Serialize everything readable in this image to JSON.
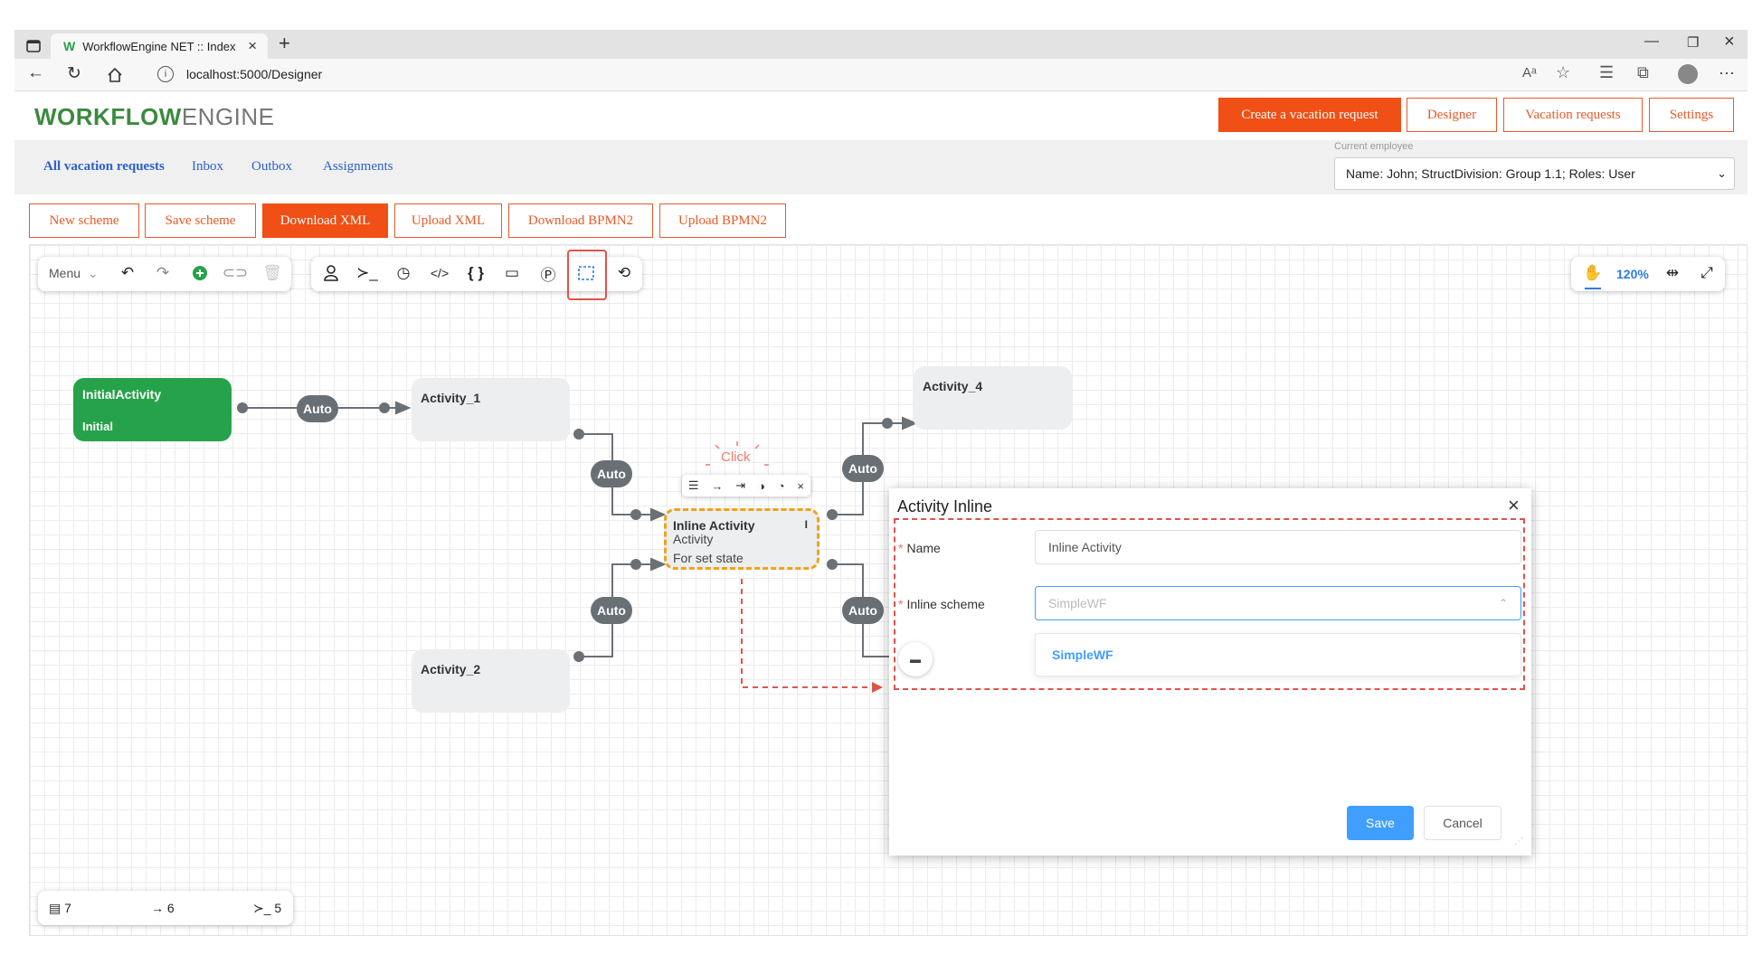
{
  "browser": {
    "tab_title": "WorkflowEngine NET :: Index",
    "url": "localhost:5000/Designer"
  },
  "app": {
    "logo_bold": "WORKFLOW",
    "logo_light": "ENGINE",
    "header_buttons": [
      "Create a vacation request",
      "Designer",
      "Vacation requests",
      "Settings"
    ],
    "nav_links": [
      "All vacation requests",
      "Inbox",
      "Outbox",
      "Assignments"
    ],
    "employee_label": "Current employee",
    "employee_value": "Name: John; StructDivision: Group 1.1; Roles: User",
    "scheme_buttons": [
      "New scheme",
      "Save scheme",
      "Download XML",
      "Upload XML",
      "Download BPMN2",
      "Upload BPMN2"
    ]
  },
  "designer": {
    "menu_label": "Menu",
    "zoom": "120%",
    "click_hint": "Click",
    "auto_label": "Auto",
    "activities": {
      "initial_title": "InitialActivity",
      "initial_sub": "Initial",
      "a1": "Activity_1",
      "a2": "Activity_2",
      "a4": "Activity_4",
      "inline_title": "Inline Activity",
      "inline_type": "Activity",
      "inline_state": "For set state",
      "inline_marker": "I"
    },
    "stats": {
      "activities": "7",
      "transitions": "6",
      "commands": "5"
    }
  },
  "dialog": {
    "title": "Activity Inline",
    "name_label": "Name",
    "name_value": "Inline Activity",
    "scheme_label": "Inline scheme",
    "scheme_placeholder": "SimpleWF",
    "option": "SimpleWF",
    "save": "Save",
    "cancel": "Cancel"
  }
}
